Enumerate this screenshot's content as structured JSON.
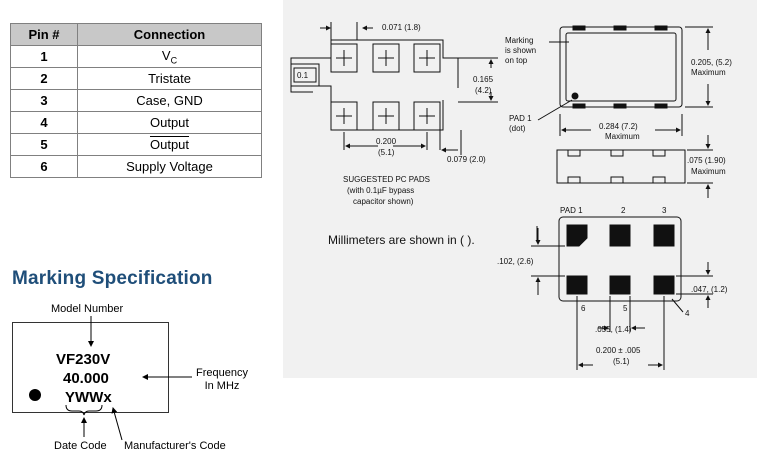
{
  "pin_table": {
    "headers": [
      "Pin #",
      "Connection"
    ],
    "rows": [
      {
        "pin": "1",
        "connection": "V",
        "sub": "C"
      },
      {
        "pin": "2",
        "connection": "Tristate"
      },
      {
        "pin": "3",
        "connection": "Case, GND"
      },
      {
        "pin": "4",
        "connection": "Output"
      },
      {
        "pin": "5",
        "connection": "Output"
      },
      {
        "pin": "6",
        "connection": "Supply Voltage"
      }
    ]
  },
  "marking": {
    "title": "Marking Specification",
    "model": "VF230V",
    "frequency": "40.000",
    "code": "YWWx",
    "label_model": "Model Number",
    "label_frequency_1": "Frequency",
    "label_frequency_2": "In MHz",
    "label_date": "Date Code",
    "label_mfr": "Manufacturer's Code"
  },
  "drawing": {
    "pad_pitch": "0.071 (1.8)",
    "pad_width": "0.1",
    "row_gap": "0.165",
    "row_gap_mm": "(4.2)",
    "pad_span": "0.200",
    "pad_span_mm": "(5.1)",
    "pad_offset": "0.079 (2.0)",
    "pads_caption_1": "SUGGESTED PC PADS",
    "pads_caption_2": "(with 0.1µF bypass",
    "pads_caption_3": "capacitor shown)",
    "marking_note_1": "Marking",
    "marking_note_2": "is shown",
    "marking_note_3": "on top",
    "height_dim": "0.205, (5.2)",
    "height_max": "Maximum",
    "pad1_label": "PAD 1",
    "pad1_dot": "(dot)",
    "width_dim": "0.284 (7.2)",
    "width_max": "Maximum",
    "thickness_dim": ".075 (1.90)",
    "thickness_max": "Maximum",
    "mm_note": "Millimeters are shown in (   ).",
    "bottom_pad1": "PAD 1",
    "bottom_pad2": "2",
    "bottom_pad3": "3",
    "bottom_pad6": "6",
    "bottom_pad5": "5",
    "bottom_pad4": "4",
    "vert_dim": ".102, (2.6)",
    "pad_h_dim": ".047, (1.2)",
    "pad_w_dim": ".055, (1.4)",
    "pitch_dim": "0.200 ± .005",
    "pitch_mm": "(5.1)"
  }
}
